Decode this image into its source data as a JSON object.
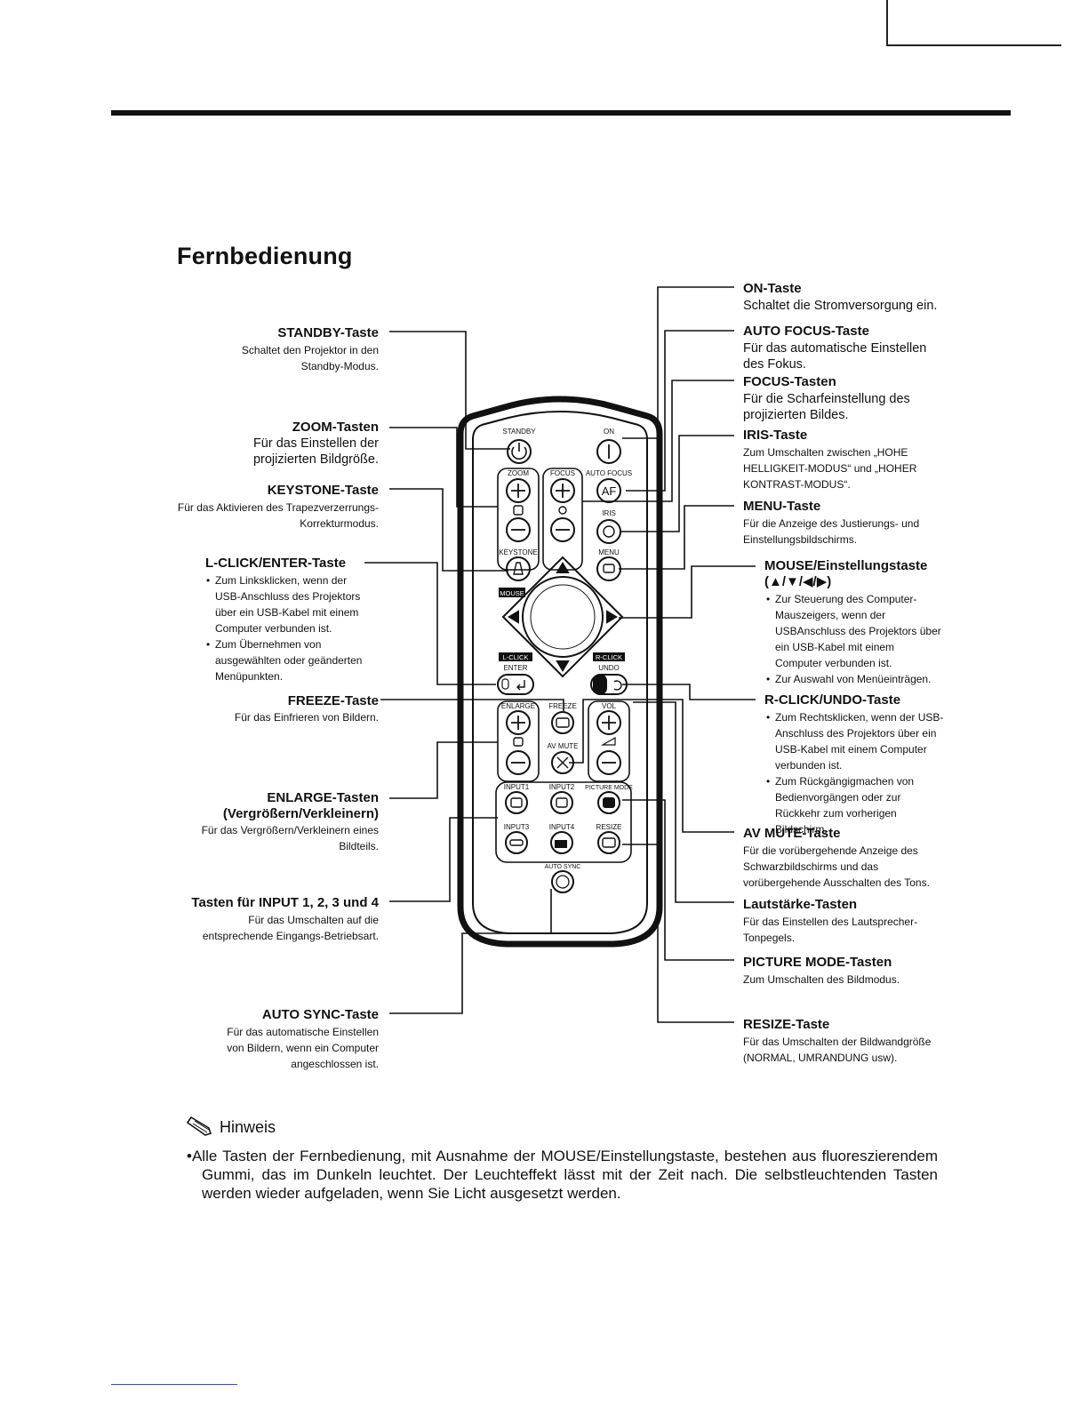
{
  "page": {
    "title": "Fernbedienung"
  },
  "left": [
    {
      "id": "standby",
      "label": "STANDBY-Taste",
      "desc": [
        "Schaltet den Projektor in den",
        "Standby-Modus."
      ]
    },
    {
      "id": "zoom",
      "label": "ZOOM-Tasten",
      "desc": [
        "Für das Einstellen der",
        "projizierten Bildgröße."
      ]
    },
    {
      "id": "keystone",
      "label": "KEYSTONE-Taste",
      "desc": [
        "Für das Aktivieren des Trapezverzerrungs-",
        "Korrekturmodus."
      ]
    },
    {
      "id": "lclick",
      "label": "L-CLICK/ENTER-Taste",
      "bullets": [
        "Zum Linksklicken, wenn der USB-Anschluss des Projektors über ein USB-Kabel mit einem Computer verbunden ist.",
        "Zum Übernehmen von ausgewählten oder geänderten Menüpunkten."
      ]
    },
    {
      "id": "freeze",
      "label": "FREEZE-Taste",
      "desc": [
        "Für das Einfrieren von Bildern."
      ]
    },
    {
      "id": "enlarge",
      "label": "ENLARGE-Tasten",
      "label2": "(Vergrößern/Verkleinern)",
      "desc": [
        "Für das Vergrößern/Verkleinern eines",
        "Bildteils."
      ]
    },
    {
      "id": "input",
      "label": "Tasten für INPUT 1, 2, 3 und 4",
      "desc": [
        "Für das Umschalten auf die",
        "entsprechende Eingangs-Betriebsart."
      ]
    },
    {
      "id": "autosync",
      "label": "AUTO SYNC-Taste",
      "desc": [
        "Für das automatische Einstellen",
        "von Bildern, wenn ein Computer",
        "angeschlossen ist."
      ]
    }
  ],
  "right": [
    {
      "id": "on",
      "label": "ON-Taste",
      "desc": [
        "Schaltet die Stromversorgung ein."
      ]
    },
    {
      "id": "autofocus",
      "label": "AUTO FOCUS-Taste",
      "desc": [
        "Für das automatische Einstellen",
        "des Fokus."
      ]
    },
    {
      "id": "focus",
      "label": "FOCUS-Tasten",
      "desc": [
        "Für die Scharfeinstellung des",
        "projizierten Bildes."
      ]
    },
    {
      "id": "iris",
      "label": "IRIS-Taste",
      "desc": [
        "Zum Umschalten zwischen „HOHE",
        "HELLIGKEIT-MODUS“ und „HOHER",
        "KONTRAST-MODUS“."
      ]
    },
    {
      "id": "menu",
      "label": "MENU-Taste",
      "desc": [
        "Für die Anzeige des Justierungs- und",
        "Einstellungsbildschirms."
      ]
    },
    {
      "id": "mouse",
      "label": "MOUSE/Einstellungstaste",
      "label2": "(▲/▼/◀/▶)",
      "bullets": [
        "Zur Steuerung des Computer-Mauszeigers, wenn der USBAnschluss des Projektors über ein USB-Kabel mit einem Computer verbunden ist.",
        "Zur Auswahl von Menüeinträgen."
      ]
    },
    {
      "id": "rclick",
      "label": "R-CLICK/UNDO-Taste",
      "bullets": [
        "Zum Rechtsklicken, wenn der USB-Anschluss des Projektors über ein USB-Kabel mit einem Computer verbunden ist.",
        "Zum Rückgängigmachen von Bedienvorgängen oder zur Rückkehr zum vorherigen Bildschirm."
      ]
    },
    {
      "id": "avmute",
      "label": "AV MUTE-Taste",
      "desc": [
        "Für die vorübergehende Anzeige des",
        "Schwarzbildschirms und das",
        "vorübergehende Ausschalten des Tons."
      ]
    },
    {
      "id": "vol",
      "label": "Lautstärke-Tasten",
      "desc": [
        "Für das Einstellen des Lautsprecher-",
        "Tonpegels."
      ]
    },
    {
      "id": "picmode",
      "label": "PICTURE MODE-Tasten",
      "desc": [
        "Zum Umschalten des Bildmodus."
      ]
    },
    {
      "id": "resize",
      "label": "RESIZE-Taste",
      "desc": [
        "Für das Umschalten der Bildwandgröße",
        "(NORMAL, UMRANDUNG usw)."
      ]
    }
  ],
  "remote": {
    "standby": "STANDBY",
    "on": "ON",
    "zoom": "ZOOM",
    "focus": "FOCUS",
    "autofocus": "AUTO FOCUS",
    "af": "AF",
    "iris": "IRIS",
    "keystone": "KEYSTONE",
    "menu": "MENU",
    "mouse": "MOUSE",
    "lclick": "L-CLICK",
    "enter": "ENTER",
    "rclick": "R-CLICK",
    "undo": "UNDO",
    "enlarge": "ENLARGE",
    "freeze": "FREEZE",
    "vol": "VOL",
    "avmute": "AV MUTE",
    "input1": "INPUT1",
    "input2": "INPUT2",
    "picturemode": "PICTURE MODE",
    "input3": "INPUT3",
    "input4": "INPUT4",
    "resize": "RESIZE",
    "autosync": "AUTO SYNC"
  },
  "note": {
    "heading": "Hinweis",
    "text": "Alle Tasten der Fernbedienung, mit Ausnahme der MOUSE/Einstellungstaste, bestehen aus fluoreszierendem Gummi, das im Dunkeln leuchtet. Der Leuchteffekt lässt mit der Zeit nach. Die selbstleuchtenden Tasten werden wieder aufgeladen, wenn Sie Licht ausgesetzt werden."
  }
}
